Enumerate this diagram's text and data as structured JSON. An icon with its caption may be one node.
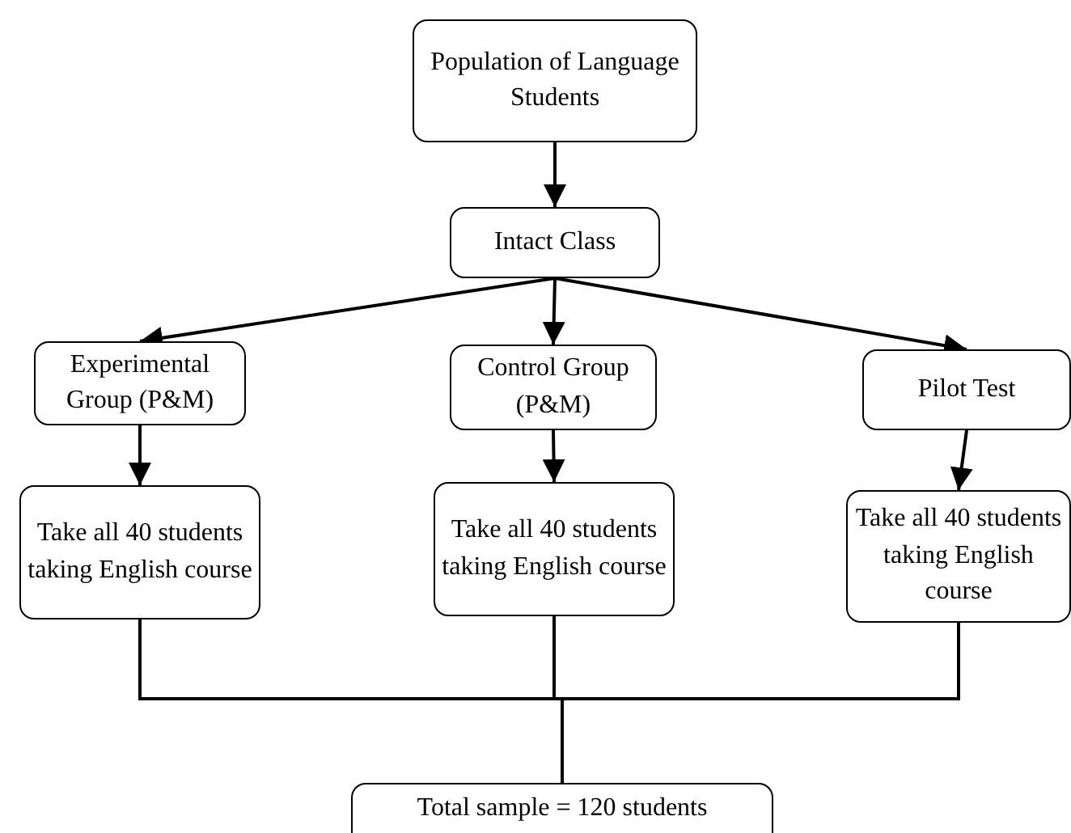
{
  "diagram": {
    "nodes": [
      {
        "text": [
          "Population of Language Students"
        ]
      },
      {
        "text": [
          "Intact Class"
        ]
      },
      {
        "text": [
          "Experimental Group (P&M)"
        ]
      },
      {
        "text": [
          "Control Group (P&M)"
        ]
      },
      {
        "text": [
          "Pilot Test"
        ]
      },
      {
        "text": [
          "Take all 40 students taking English course"
        ]
      },
      {
        "text": [
          "Take all 40 students taking English course"
        ]
      },
      {
        "text": [
          "Take all 40 students taking English course"
        ]
      },
      {
        "text": [
          "Total sample = 120 students"
        ]
      }
    ],
    "edges": [
      {
        "from": 0,
        "to": 1,
        "arrow": "to"
      },
      {
        "from": 1,
        "to": 2,
        "arrow": "to"
      },
      {
        "from": 1,
        "to": 3,
        "arrow": "to"
      },
      {
        "from": 1,
        "to": 4,
        "arrow": "to"
      },
      {
        "from": 2,
        "to": 5,
        "arrow": "to"
      },
      {
        "from": 3,
        "to": 6,
        "arrow": "to"
      },
      {
        "from": 4,
        "to": 7,
        "arrow": "to"
      },
      {
        "from": 5,
        "to": 8,
        "arrow": "none"
      },
      {
        "from": 6,
        "to": 8,
        "arrow": "none"
      },
      {
        "from": 7,
        "to": 8,
        "arrow": "none"
      }
    ]
  }
}
